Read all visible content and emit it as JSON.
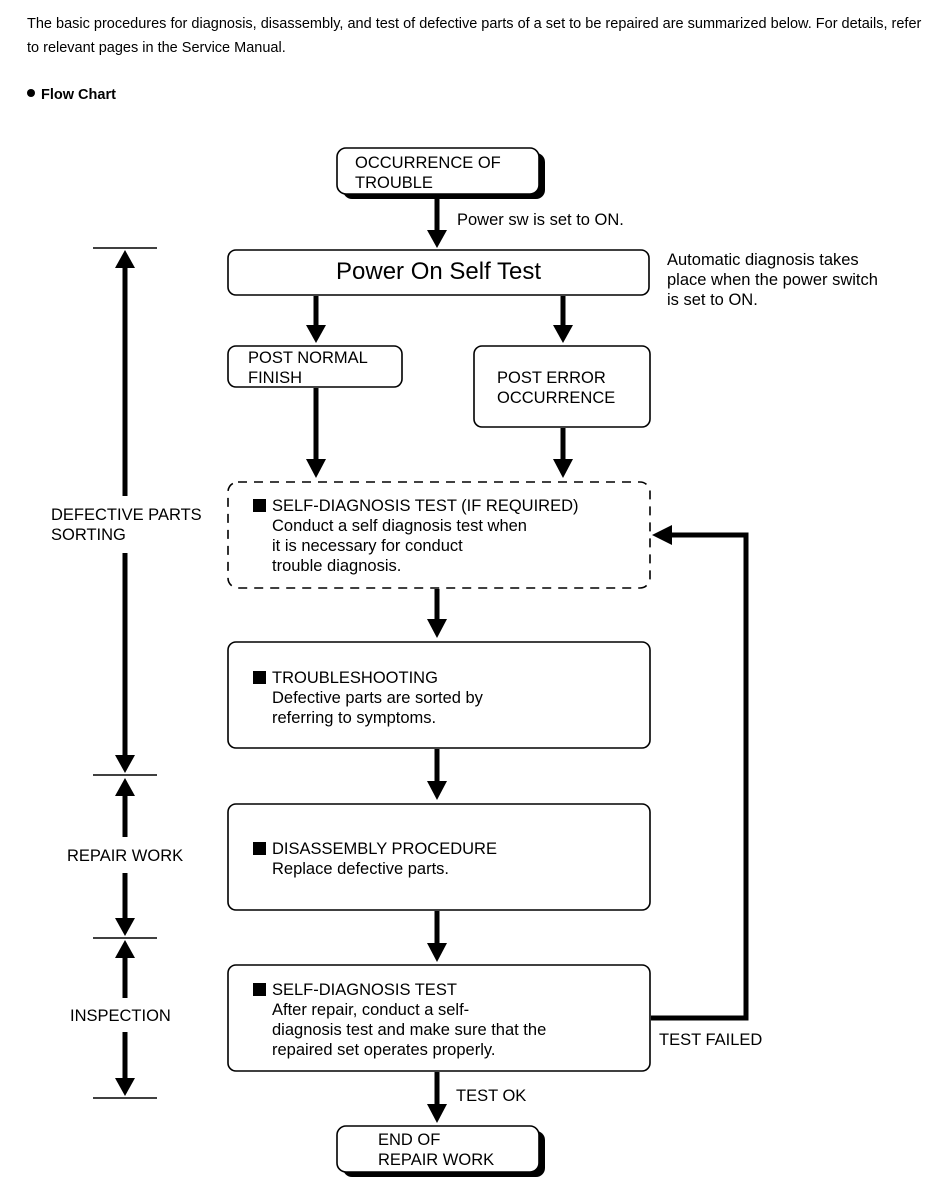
{
  "intro_text": "The basic procedures for diagnosis, disassembly, and test of defective parts of a set to be repaired are summarized below. For details, refer to relevant pages in the Service Manual.",
  "section_title": "Flow Chart",
  "flow": {
    "start": {
      "line1": "OCCURRENCE OF",
      "line2": "TROUBLE"
    },
    "power_sw_label": "Power sw is set to ON.",
    "post_title": "Power On Self Test",
    "auto_note": {
      "line1": "Automatic diagnosis takes",
      "line2": "place when the power switch",
      "line3": "is set to ON."
    },
    "post_normal": {
      "line1": "POST NORMAL",
      "line2": "FINISH"
    },
    "post_error": {
      "line1": "POST ERROR",
      "line2": "OCCURRENCE"
    },
    "self_diag_optional": {
      "title": "SELF-DIAGNOSIS TEST (IF REQUIRED)",
      "line1": "Conduct a self diagnosis test when",
      "line2": "it is necessary for conduct",
      "line3": "trouble diagnosis."
    },
    "troubleshooting": {
      "title": "TROUBLESHOOTING",
      "line1": "Defective parts are sorted by",
      "line2": "referring to symptoms."
    },
    "disassembly": {
      "title": "DISASSEMBLY PROCEDURE",
      "line1": "Replace defective parts."
    },
    "self_diag_final": {
      "title": "SELF-DIAGNOSIS TEST",
      "line1": "After repair, conduct a self-",
      "line2": "diagnosis test and make sure that the",
      "line3": "repaired set operates properly."
    },
    "test_failed": "TEST FAILED",
    "test_ok": "TEST OK",
    "end": {
      "line1": "END OF",
      "line2": "REPAIR WORK"
    }
  },
  "phases": {
    "defective_sorting": {
      "line1": "DEFECTIVE PARTS",
      "line2": "SORTING"
    },
    "repair_work": "REPAIR WORK",
    "inspection": "INSPECTION"
  }
}
